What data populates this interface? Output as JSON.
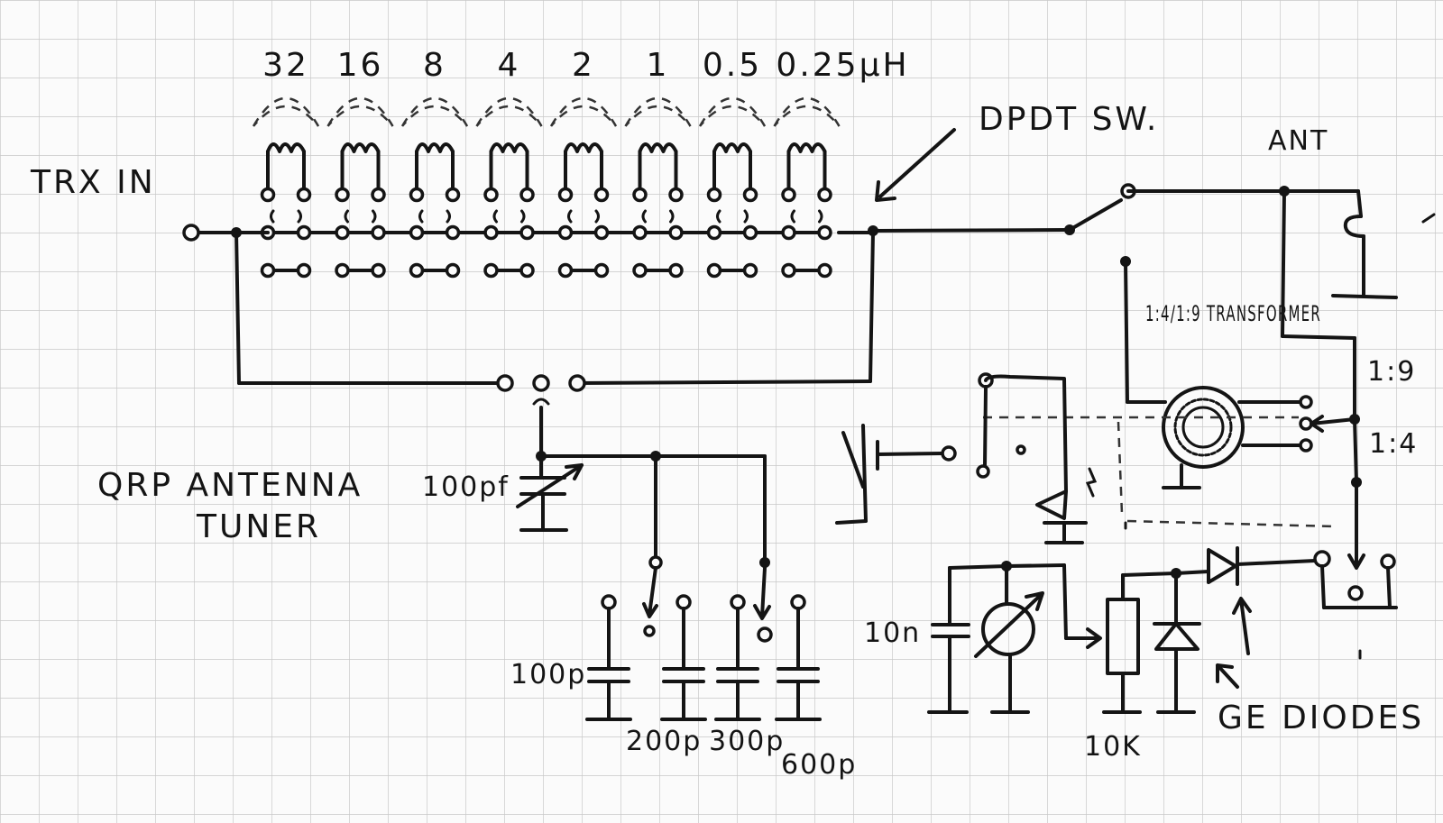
{
  "inductor_values": [
    "32",
    "16",
    "8",
    "4",
    "2",
    "1",
    "0.5",
    "0.25µH"
  ],
  "labels": {
    "trx_in": "TRX IN",
    "dpdt_switch": "DPDT SW.",
    "ant": "ANT",
    "transformer": "1:4/1:9 TRANSFORMER",
    "ratio_1_9": "1:9",
    "ratio_1_4": "1:4",
    "title_line1": "QRP ANTENNA",
    "title_line2": "TUNER",
    "variable_cap": "100pf",
    "cap_10n": "10n",
    "resistor_10k": "10K",
    "ge_diodes": "GE DIODES"
  },
  "capacitor_values": [
    "100p",
    "200p",
    "300p",
    "600p"
  ]
}
